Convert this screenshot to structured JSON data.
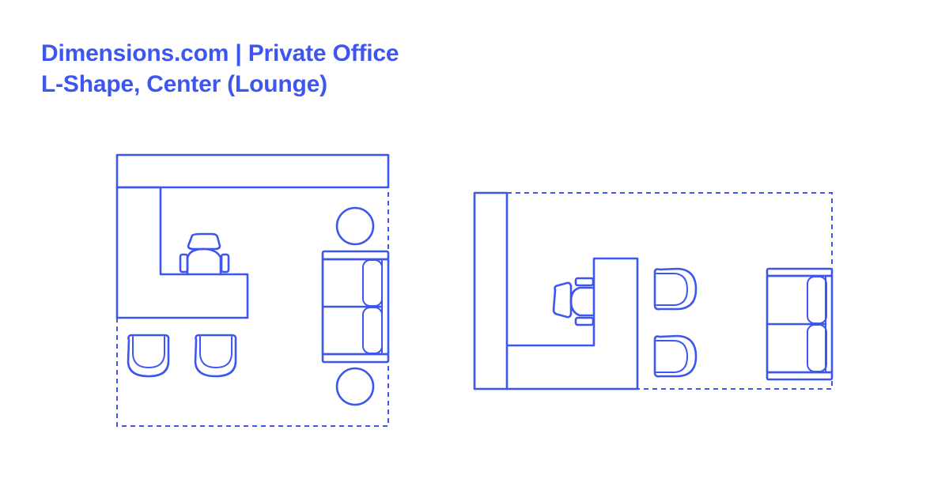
{
  "header": {
    "title_line1": "Dimensions.com | Private Office",
    "title_line2": "L-Shape, Center (Lounge)"
  },
  "colors": {
    "accent": "#3d56f0",
    "background": "#ffffff"
  },
  "diagrams": [
    {
      "name": "plan-left",
      "orientation": "vertical",
      "elements": [
        "credenza",
        "l-shaped-desk",
        "office-chair",
        "lounge-chair",
        "lounge-chair",
        "loveseat",
        "side-table",
        "side-table",
        "room-clearance-outline"
      ]
    },
    {
      "name": "plan-right",
      "orientation": "horizontal",
      "elements": [
        "credenza",
        "l-shaped-desk",
        "office-chair",
        "lounge-chair",
        "lounge-chair",
        "loveseat",
        "room-clearance-outline"
      ]
    }
  ]
}
